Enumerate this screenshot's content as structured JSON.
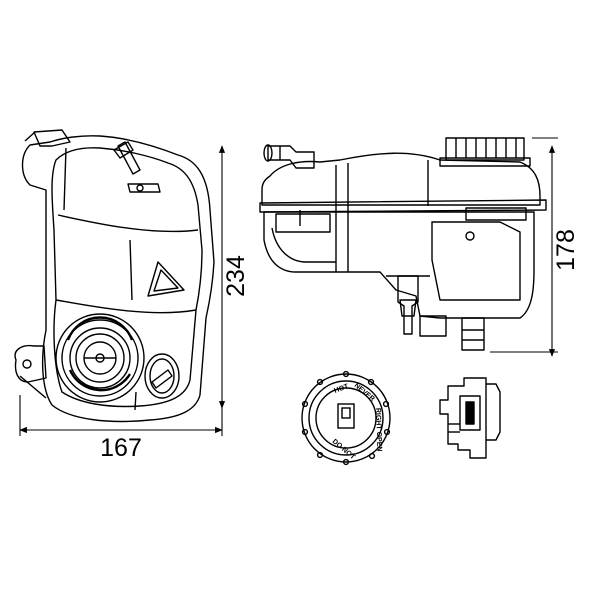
{
  "drawing": {
    "dimensions": {
      "width": "167",
      "height_front": "234",
      "height_side": "178"
    },
    "cap_text": {
      "top": "HOT",
      "upper_right": "NEVER",
      "right": "RIGHT OPEN",
      "bottom": "DO NOT"
    }
  }
}
